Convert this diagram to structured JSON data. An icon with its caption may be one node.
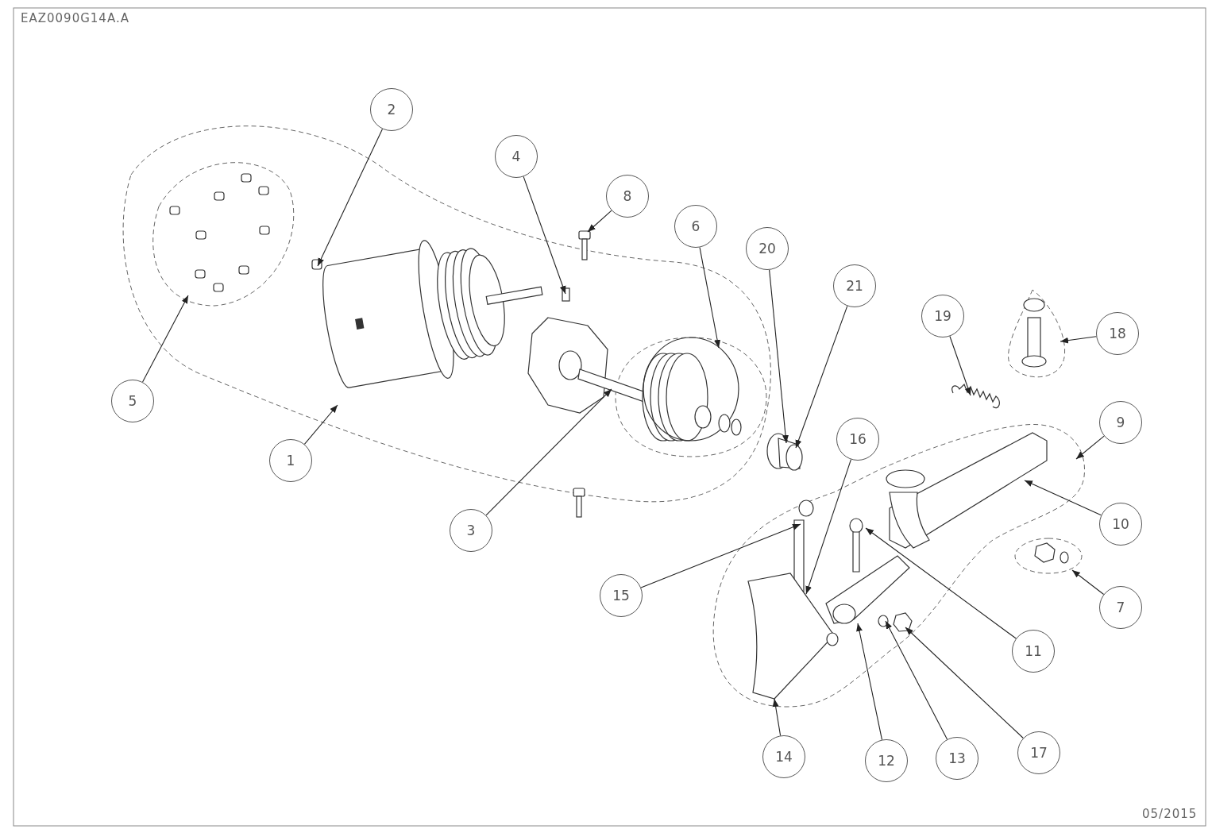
{
  "diagram": {
    "nodes": [
      {
        "text": [
          "1"
        ]
      },
      {
        "text": [
          "2"
        ]
      },
      {
        "text": [
          "3"
        ]
      },
      {
        "text": [
          "4"
        ]
      },
      {
        "text": [
          "5"
        ]
      },
      {
        "text": [
          "6"
        ]
      },
      {
        "text": [
          "7"
        ]
      },
      {
        "text": [
          "8"
        ]
      },
      {
        "text": [
          "9"
        ]
      },
      {
        "text": [
          "10"
        ]
      },
      {
        "text": [
          "11"
        ]
      },
      {
        "text": [
          "12"
        ]
      },
      {
        "text": [
          "13"
        ]
      },
      {
        "text": [
          "14"
        ]
      },
      {
        "text": [
          "15"
        ]
      },
      {
        "text": [
          "16"
        ]
      },
      {
        "text": [
          "17"
        ]
      },
      {
        "text": [
          "18"
        ]
      },
      {
        "text": [
          "19"
        ]
      },
      {
        "text": [
          "20"
        ]
      },
      {
        "text": [
          "21"
        ]
      }
    ],
    "edges": [
      {
        "from": 0,
        "to": null,
        "arrow": "to"
      },
      {
        "from": 1,
        "to": null,
        "arrow": "to"
      },
      {
        "from": 2,
        "to": null,
        "arrow": "to"
      },
      {
        "from": 3,
        "to": null,
        "arrow": "to"
      },
      {
        "from": 4,
        "to": null,
        "arrow": "to"
      },
      {
        "from": 5,
        "to": null,
        "arrow": "to"
      },
      {
        "from": 6,
        "to": null,
        "arrow": "to"
      },
      {
        "from": 7,
        "to": null,
        "arrow": "to"
      },
      {
        "from": 8,
        "to": null,
        "arrow": "to"
      },
      {
        "from": 9,
        "to": null,
        "arrow": "to"
      },
      {
        "from": 10,
        "to": null,
        "arrow": "to"
      },
      {
        "from": 11,
        "to": null,
        "arrow": "to"
      },
      {
        "from": 12,
        "to": null,
        "arrow": "to"
      },
      {
        "from": 13,
        "to": null,
        "arrow": "to"
      },
      {
        "from": 14,
        "to": null,
        "arrow": "to"
      },
      {
        "from": 15,
        "to": null,
        "arrow": "to"
      },
      {
        "from": 16,
        "to": null,
        "arrow": "to"
      },
      {
        "from": 17,
        "to": null,
        "arrow": "to"
      },
      {
        "from": 18,
        "to": null,
        "arrow": "to"
      },
      {
        "from": 19,
        "to": null,
        "arrow": "to"
      },
      {
        "from": 20,
        "to": null,
        "arrow": "to"
      }
    ],
    "labels": [
      "EAZ0090G14A.A",
      "05/2015"
    ]
  }
}
